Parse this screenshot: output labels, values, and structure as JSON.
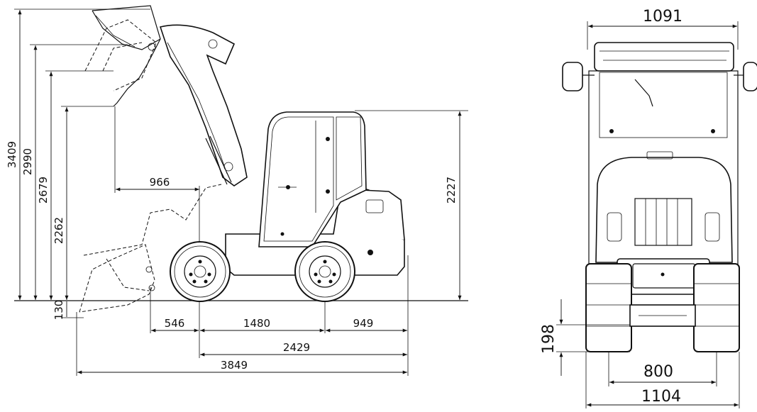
{
  "side_view": {
    "heights": {
      "h_3409": "3409",
      "h_2990": "2990",
      "h_2679": "2679",
      "h_2262": "2262",
      "h_130": "130",
      "h_2227": "2227"
    },
    "reach": "966",
    "lengths": {
      "l_546": "546",
      "l_1480": "1480",
      "l_949": "949",
      "l_2429": "2429",
      "l_3849": "3849"
    }
  },
  "front_view": {
    "top_width": "1091",
    "ground_clearance": "198",
    "track_width": "800",
    "overall_width": "1104"
  }
}
